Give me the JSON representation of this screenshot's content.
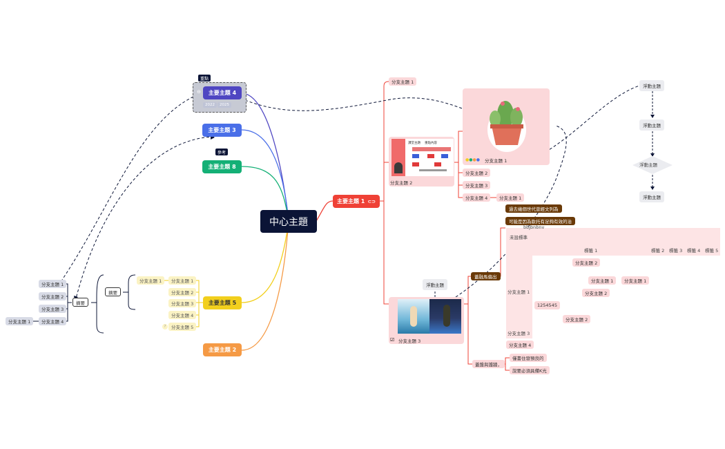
{
  "center": {
    "label": "中心主題"
  },
  "main_topics": {
    "t1": "主要主題 1",
    "t2": "主要主題 2",
    "t3": "主要主題 3",
    "t4": "主要主題 4",
    "t5": "主要主題 5",
    "t8": "主要主題 8"
  },
  "tags": {
    "focus": "重點",
    "reference": "參考"
  },
  "dates": {
    "start": "2022",
    "end": "2025"
  },
  "left_tree": {
    "summary_outer": "摘要",
    "summary_inner": "摘要",
    "sub_t5": [
      "分支主題 1",
      "分支主題 2",
      "分支主題 3",
      "分支主題 4",
      "分支主題 5"
    ],
    "sub_t5_child": "分支主題 1",
    "summary_children": [
      "分支主題 1",
      "分支主題 2",
      "分支主題 3",
      "分支主題 4"
    ],
    "far_left": "分支主題 1"
  },
  "right_tree": {
    "b1": "分支主題 1",
    "b2": "分支主題 2",
    "b1_sub": "分支主題 1",
    "b1_sub2": "分支主題 2",
    "b1_sub3": "分支主題 3",
    "b1_sub4": "分支主題 4",
    "b1_sub4_child": "分支主題 1",
    "b3": "分支主題 3",
    "note1": "過去幾個世代曾經文列為",
    "note2": "可能是因為歐托有足夠有效的治",
    "note_small": "bbjbnbnv",
    "empty_label": "未設標準",
    "headers": [
      "標籤 1",
      "標籤 2",
      "標籤 3",
      "標籤 4",
      "標籤 5"
    ],
    "matrix_row": "分支主題 1",
    "matrix_row2": "分支主題 3",
    "matrix_cells": [
      "分支主題 2",
      "分支主題 1",
      "分支主題 1",
      "分支主題 2",
      "分支主題 2"
    ],
    "number": "1254545",
    "b4": "分支主題 4",
    "brown_tag": "蓋融馬偏出",
    "float_left": "浮動主題",
    "group_label": "蓋盤與護牆，",
    "group_items": [
      "僅書住發預良的",
      "說要必須具備K光"
    ]
  },
  "floating": [
    "浮動主題",
    "浮動主題",
    "浮動主題",
    "浮動主題"
  ],
  "slide": {
    "title": "課堂主題",
    "subtitle": "重點內容"
  },
  "colors": {
    "t1": "#ef4136",
    "t2": "#f59a45",
    "t3": "#4a6fe8",
    "t4": "#4f46c2",
    "t5": "#f2cf1d",
    "t8": "#14b076",
    "center": "#0b1436",
    "pink": "#fbd8da"
  }
}
